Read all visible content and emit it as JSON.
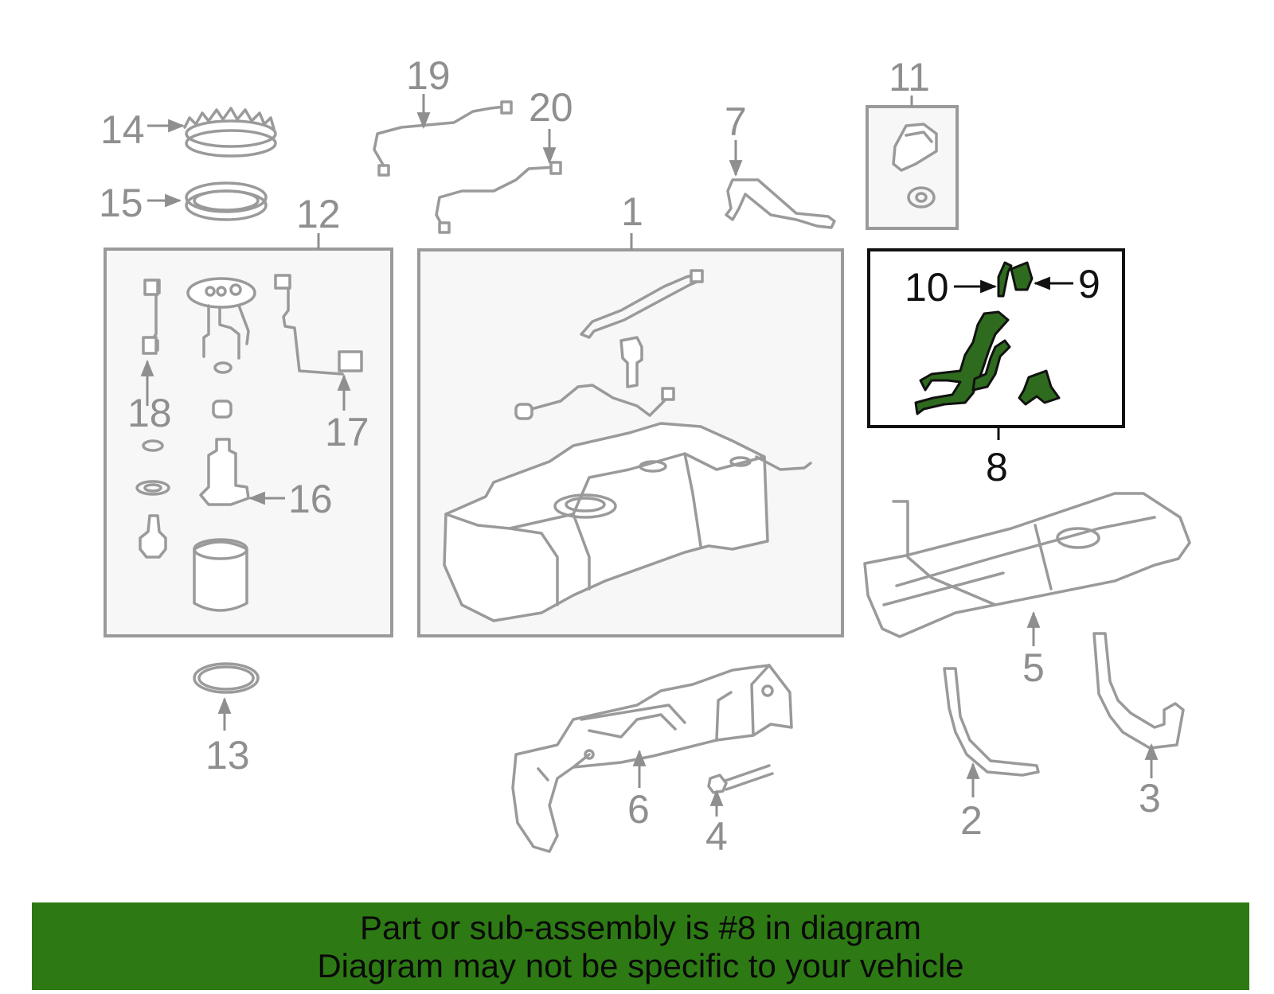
{
  "callouts": {
    "c1": "1",
    "c2": "2",
    "c3": "3",
    "c4": "4",
    "c5": "5",
    "c6": "6",
    "c7": "7",
    "c8": "8",
    "c9": "9",
    "c10": "10",
    "c11": "11",
    "c12": "12",
    "c13": "13",
    "c14": "14",
    "c15": "15",
    "c16": "16",
    "c17": "17",
    "c18": "18",
    "c19": "19",
    "c20": "20"
  },
  "highlighted_part": "8",
  "colors": {
    "highlight_fill": "#2e6b1e",
    "banner_bg": "#2d7a14",
    "line_gray": "#9a9a9a"
  },
  "banner": {
    "line1": "Part or sub-assembly is #8 in diagram",
    "line2": "Diagram may not be specific to your vehicle"
  }
}
